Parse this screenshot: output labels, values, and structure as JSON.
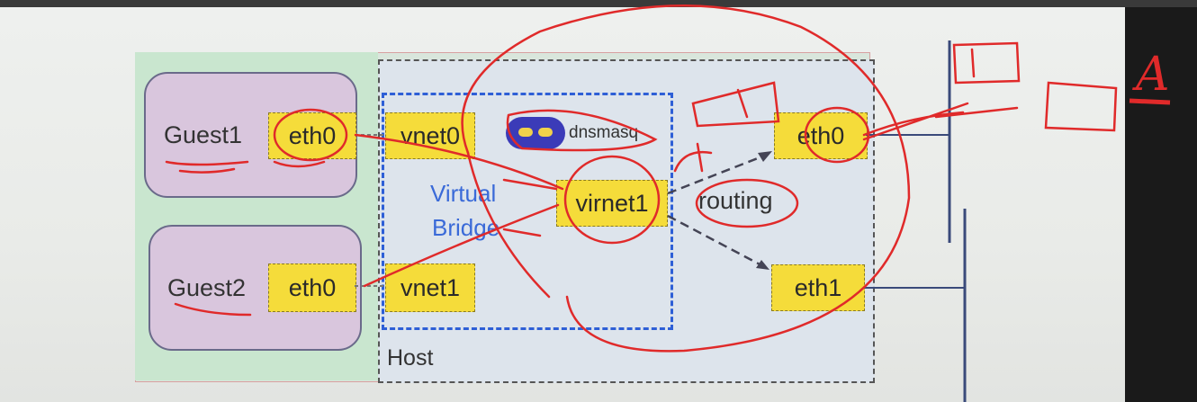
{
  "guests": [
    {
      "name": "Guest1",
      "nic": "eth0"
    },
    {
      "name": "Guest2",
      "nic": "eth0"
    }
  ],
  "host": {
    "label": "Host",
    "bridge_label_line1": "Virtual",
    "bridge_label_line2": "Bridge",
    "vnets": [
      "vnet0",
      "vnet1"
    ],
    "bridge_iface": "virnet1",
    "dnsmasq_label": "dnsmasq",
    "routing_label": "routing",
    "host_nics": [
      "eth0",
      "eth1"
    ]
  },
  "annotation": {
    "letter": "A"
  },
  "colors": {
    "iface_fill": "#f5dc3a",
    "guest_fill": "#d9c6dd",
    "bridge_border": "#2e5fd6",
    "pen": "#e02a2a"
  }
}
